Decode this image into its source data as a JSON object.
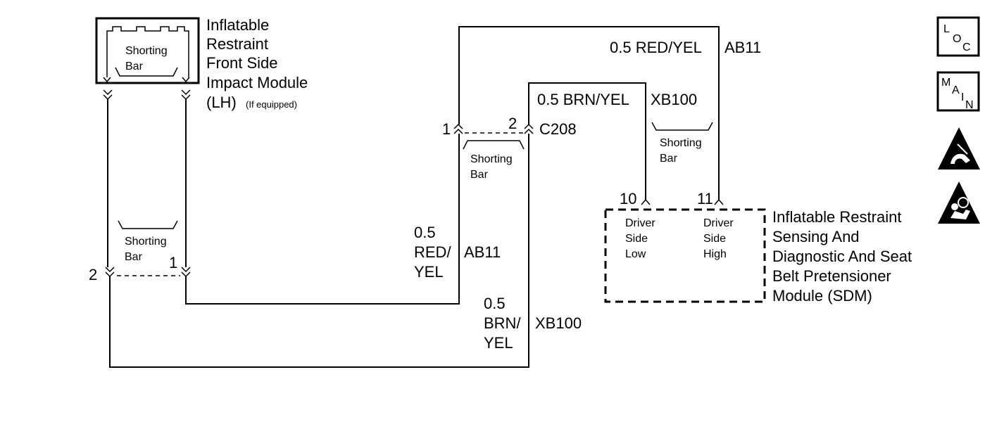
{
  "module_lh": {
    "title_lines": [
      "Inflatable",
      "Restraint",
      "Front Side",
      "Impact Module"
    ],
    "lh": "(LH)",
    "if_equipped": "(If equipped)",
    "shorting_bar": [
      "Shorting",
      "Bar"
    ]
  },
  "lh_connector": {
    "shorting_bar": [
      "Shorting",
      "Bar"
    ],
    "pin_left": "2",
    "pin_right": "1"
  },
  "c208": {
    "name": "C208",
    "pin_left": "1",
    "pin_right": "2",
    "shorting_bar": [
      "Shorting",
      "Bar"
    ]
  },
  "wires": {
    "red_yel_top": "0.5 RED/YEL",
    "red_yel_top_circuit": "AB11",
    "brn_yel_top": "0.5 BRN/YEL",
    "brn_yel_top_circuit": "XB100",
    "red_yel_lower": [
      "0.5",
      "RED/",
      "YEL"
    ],
    "red_yel_lower_circuit": "AB11",
    "brn_yel_lower": [
      "0.5",
      "BRN/",
      "YEL"
    ],
    "brn_yel_lower_circuit": "XB100"
  },
  "sdm": {
    "shorting_bar": [
      "Shorting",
      "Bar"
    ],
    "pin_low": "10",
    "pin_high": "11",
    "low_label": [
      "Driver",
      "Side",
      "Low"
    ],
    "high_label": [
      "Driver",
      "Side",
      "High"
    ],
    "title_lines": [
      "Inflatable Restraint",
      "Sensing And",
      "Diagnostic And Seat",
      "Belt Pretensioner",
      "Module  (SDM)"
    ]
  },
  "side_icons": {
    "loc": {
      "letters": [
        "L",
        "O",
        "C"
      ]
    },
    "main": {
      "letters": [
        "M",
        "A",
        "I",
        "N"
      ]
    },
    "esd_icon": "esd-warning-icon",
    "airbag_icon": "airbag-warning-icon"
  }
}
